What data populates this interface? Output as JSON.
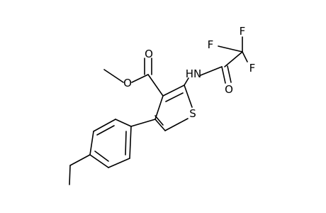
{
  "molecule": {
    "atoms": {
      "o_methoxy": "O",
      "o_ester_carbonyl": "O",
      "nh": "HN",
      "o_amide_carbonyl": "O",
      "s_ring": "S",
      "f_left": "F",
      "f_top": "F",
      "f_right": "F"
    }
  }
}
